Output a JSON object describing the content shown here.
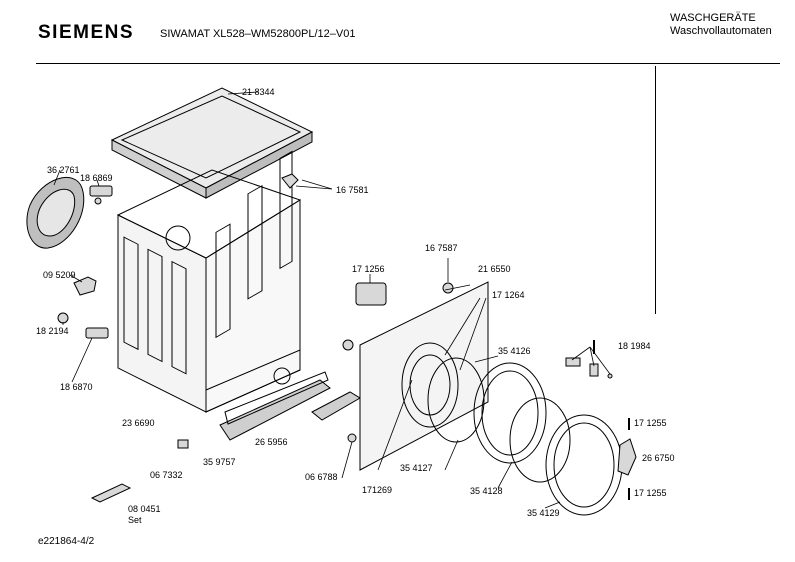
{
  "header": {
    "brand": "SIEMENS",
    "model": "SIWAMAT XL528–WM52800PL/12–V01",
    "category_line1": "WASCHGERÄTE",
    "category_line2": "Waschvollautomaten"
  },
  "footer": {
    "doc_code": "e221864-4/2"
  },
  "part_labels": {
    "p218344": "21 8344",
    "p362761": "36 2761",
    "p186869": "18 6869",
    "p167581": "16 7581",
    "p095209": "09 5209",
    "p182194": "18 2194",
    "p186870": "18 6870",
    "p236690": "23 6690",
    "p265956": "26 5956",
    "p067332": "06 7332",
    "p359757": "35 9757",
    "p066788": "06 6788",
    "p080451": "08 0451",
    "set": "Set",
    "p167587": "16 7587",
    "p171256": "17 1256",
    "p216550": "21 6550",
    "p171264": "17 1264",
    "p354126": "35 4126",
    "p181984": "18 1984",
    "p171255a": "17 1255",
    "p266750": "26 6750",
    "p171255b": "17 1255",
    "p354127": "35 4127",
    "p354128": "35 4128",
    "p354129": "35 4129",
    "p171269": "171269"
  }
}
